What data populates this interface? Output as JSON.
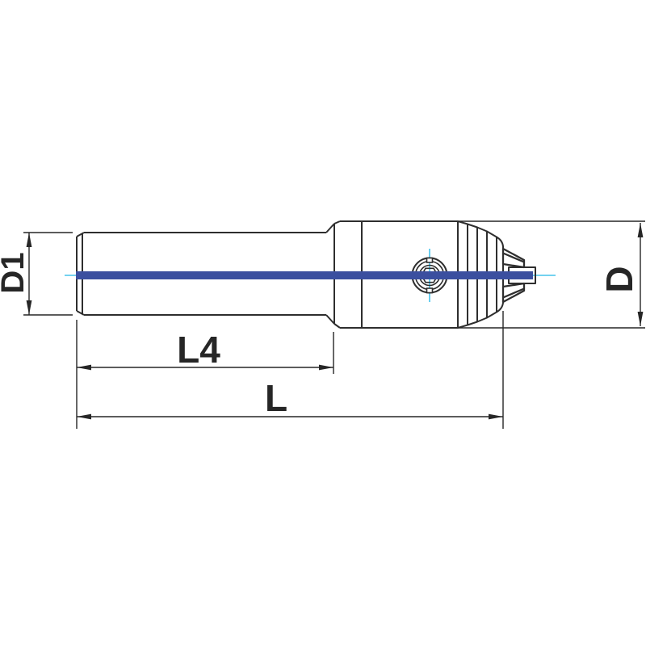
{
  "drawing": {
    "description": "Side-view technical drawing of a keyless drill chuck with cylindrical straight shank",
    "labels": {
      "shank_diameter": "D1",
      "shank_length": "L4",
      "total_length": "L",
      "body_diameter": "D"
    },
    "colors": {
      "outline": "#2e2e2e",
      "dimension": "#262626",
      "axis_highlight": "#3b4f9f",
      "centerline": "#45c3ec",
      "background": "#ffffff"
    }
  }
}
